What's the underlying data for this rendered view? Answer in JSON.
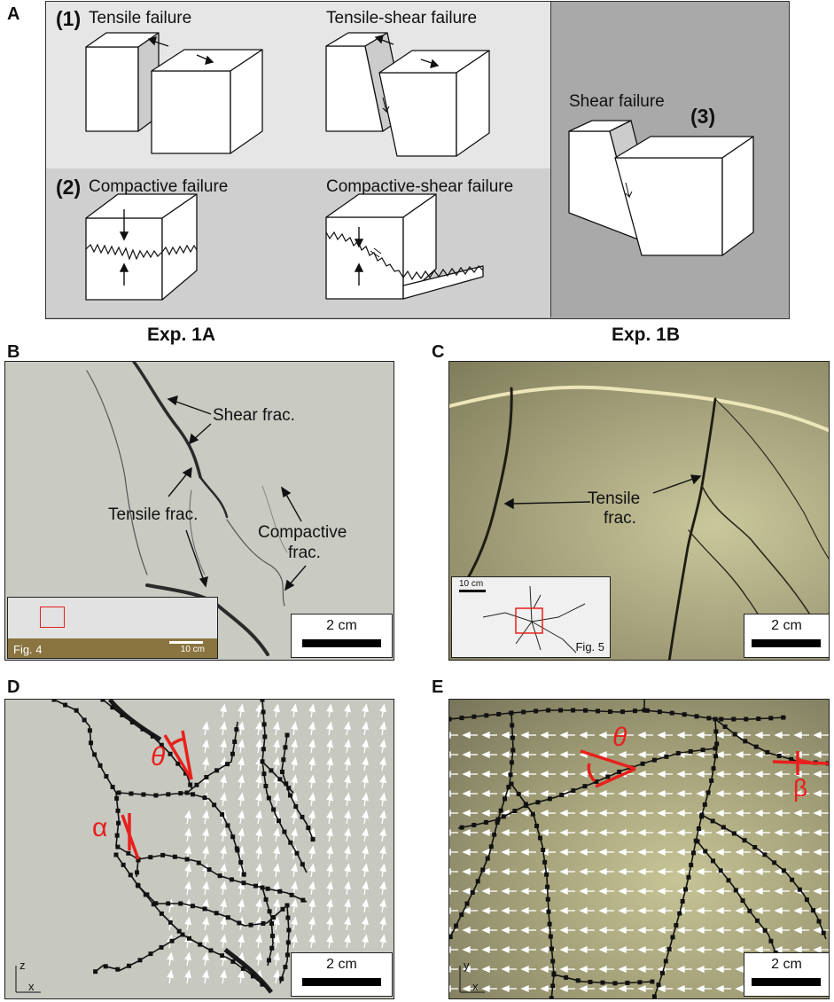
{
  "panels": {
    "A": {
      "label": "A",
      "boxes": {
        "tensile": {
          "number": "(1)",
          "title": "Tensile failure"
        },
        "tensile_shear": {
          "title": "Tensile-shear failure"
        },
        "compactive": {
          "number": "(2)",
          "title": "Compactive failure"
        },
        "compactive_shear": {
          "title": "Compactive-shear failure"
        },
        "shear": {
          "number": "(3)",
          "title": "Shear failure"
        }
      },
      "colors": {
        "light_box": "#e6e6e6",
        "mid_box": "#cfcfcf",
        "dark_box": "#a9a9a9"
      }
    },
    "B": {
      "label": "B",
      "title": "Exp. 1A",
      "annotations": {
        "shear": "Shear frac.",
        "tensile": "Tensile frac.",
        "compactive_1": "Compactive",
        "compactive_2": "frac."
      },
      "inset": {
        "fig_label": "Fig. 4",
        "scale": "10 cm"
      },
      "scale_bar": "2 cm"
    },
    "C": {
      "label": "C",
      "title": "Exp. 1B",
      "annotations": {
        "tensile_1": "Tensile",
        "tensile_2": "frac."
      },
      "inset": {
        "fig_label": "Fig. 5",
        "scale": "10 cm"
      },
      "scale_bar": "2 cm"
    },
    "D": {
      "label": "D",
      "angles": {
        "theta": "θ",
        "alpha": "α"
      },
      "axes": {
        "vertical": "z",
        "horizontal": "x"
      },
      "scale_bar": "2 cm"
    },
    "E": {
      "label": "E",
      "angles": {
        "theta": "θ",
        "beta": "β"
      },
      "axes": {
        "vertical": "y",
        "horizontal": "x"
      },
      "scale_bar": "2 cm"
    }
  },
  "colors": {
    "accent_red": "#e8201c",
    "photo_gray": "#c9cbc3",
    "photo_olive": "#a9a57f"
  }
}
